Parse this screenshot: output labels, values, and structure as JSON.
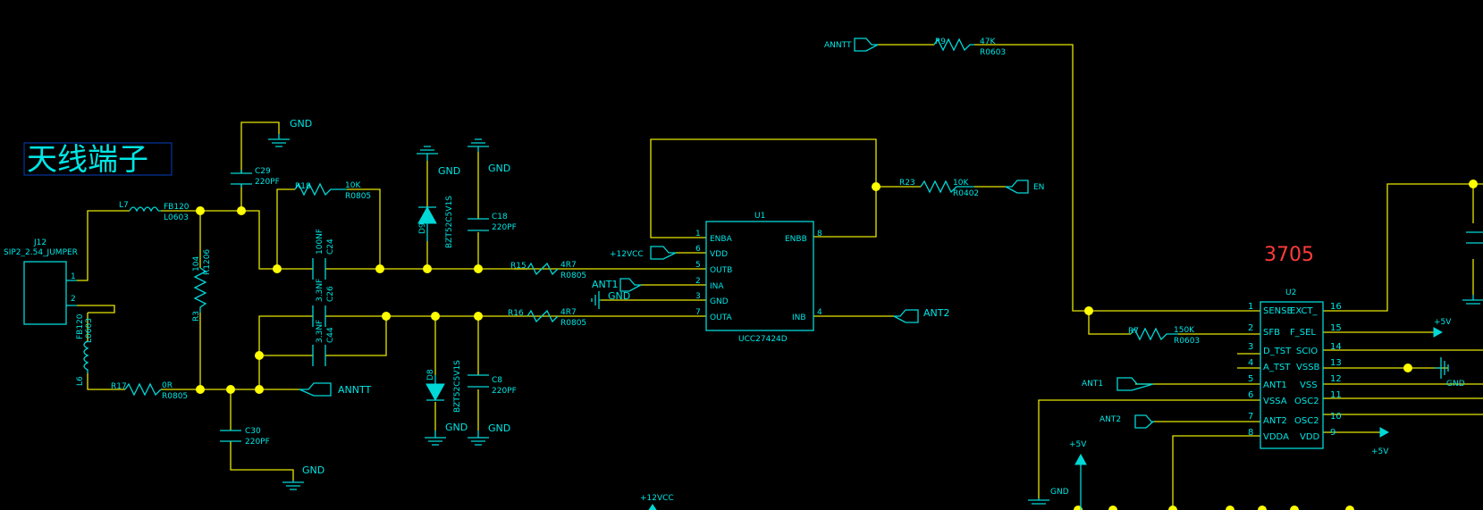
{
  "diagram": {
    "title_cn": "天线端子",
    "chip_label": "3705",
    "colors": {
      "wire": "#e6e600",
      "component": "#00d8d8",
      "junction": "#ffff00",
      "chip_label": "#ff3b3b",
      "label_bg": "#001a6a"
    },
    "connector": {
      "ref": "J12",
      "value": "SIP2_2.54_JUMPER",
      "pins": [
        "1",
        "2"
      ]
    },
    "inductors": [
      {
        "ref": "L7",
        "value": "FB120",
        "footprint": "L0603"
      },
      {
        "ref": "L6",
        "value": "FB120",
        "footprint": "L0603"
      }
    ],
    "resistors": [
      {
        "ref": "R3",
        "value": "104",
        "footprint": "R1206"
      },
      {
        "ref": "R17",
        "value": "0R",
        "footprint": "R0805"
      },
      {
        "ref": "R18",
        "value": "10K",
        "footprint": "R0805"
      },
      {
        "ref": "R15",
        "value": "4R7",
        "footprint": "R0805"
      },
      {
        "ref": "R16",
        "value": "4R7",
        "footprint": "R0805"
      },
      {
        "ref": "R9",
        "value": "47K",
        "footprint": "R0603"
      },
      {
        "ref": "R23",
        "value": "10K",
        "footprint": "R0402"
      },
      {
        "ref": "R7",
        "value": "150K",
        "footprint": "R0603"
      }
    ],
    "capacitors": [
      {
        "ref": "C29",
        "value": "220PF"
      },
      {
        "ref": "C30",
        "value": "220PF"
      },
      {
        "ref": "C24",
        "value": "100NF"
      },
      {
        "ref": "C26",
        "value": "3.3NF"
      },
      {
        "ref": "C44",
        "value": "3.3NF"
      },
      {
        "ref": "C18",
        "value": "220PF"
      },
      {
        "ref": "C8",
        "value": "220PF"
      }
    ],
    "diodes": [
      {
        "ref": "D9",
        "value": "BZT52C5V1S"
      },
      {
        "ref": "D8",
        "value": "BZT52C5V1S"
      }
    ],
    "u1": {
      "ref": "U1",
      "part": "UCC27424D",
      "left_pins": [
        {
          "num": "1",
          "name": "ENBA"
        },
        {
          "num": "6",
          "name": "VDD"
        },
        {
          "num": "5",
          "name": "OUTB"
        },
        {
          "num": "2",
          "name": "INA"
        },
        {
          "num": "3",
          "name": "GND"
        },
        {
          "num": "7",
          "name": "OUTA"
        }
      ],
      "right_pins": [
        {
          "num": "8",
          "name": "ENBB"
        },
        {
          "num": "4",
          "name": "INB"
        }
      ]
    },
    "u2": {
      "ref": "U2",
      "pins": [
        {
          "l_num": "1",
          "l_name": "SENSE",
          "r_name": "EXCT_",
          "r_num": "16"
        },
        {
          "l_num": "2",
          "l_name": "SFB",
          "r_name": "F_SEL",
          "r_num": "15"
        },
        {
          "l_num": "3",
          "l_name": "D_TST",
          "r_name": "SCIO",
          "r_num": "14"
        },
        {
          "l_num": "4",
          "l_name": "A_TST",
          "r_name": "VSSB",
          "r_num": "13"
        },
        {
          "l_num": "5",
          "l_name": "ANT1",
          "r_name": "VSS",
          "r_num": "12"
        },
        {
          "l_num": "6",
          "l_name": "VSSA",
          "r_name": "OSC2",
          "r_num": "11"
        },
        {
          "l_num": "7",
          "l_name": "ANT2",
          "r_name": "OSC2",
          "r_num": "10"
        },
        {
          "l_num": "8",
          "l_name": "VDDA",
          "r_name": "VDD",
          "r_num": "9"
        }
      ]
    },
    "nets": {
      "gnd": "GND",
      "v12": "+12VCC",
      "v5": "+5V",
      "ant1": "ANT1",
      "ant2": "ANT2",
      "anntt": "ANNTT",
      "en": "EN"
    }
  }
}
